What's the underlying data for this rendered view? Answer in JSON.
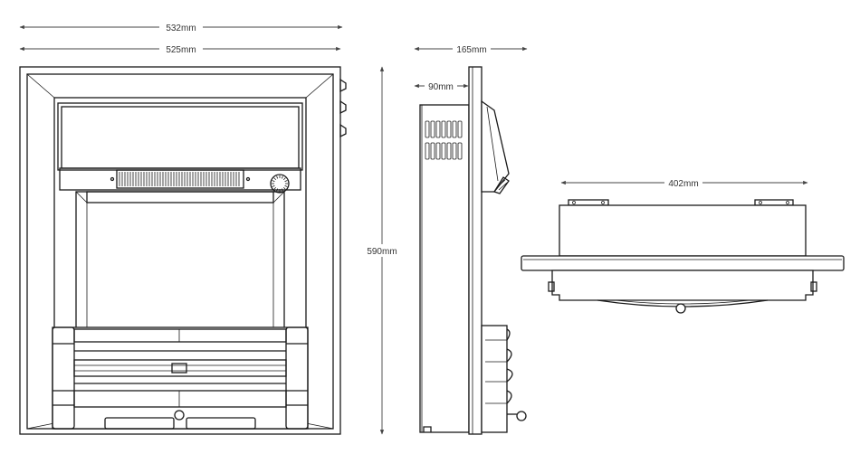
{
  "dimensions": {
    "outer_width": "532mm",
    "inner_width": "525mm",
    "depth_total": "165mm",
    "depth_body": "90mm",
    "height": "590mm",
    "mount_width": "402mm"
  },
  "colors": {
    "line": "#1a1a1a",
    "dimension": "#444444",
    "background": "#ffffff"
  }
}
